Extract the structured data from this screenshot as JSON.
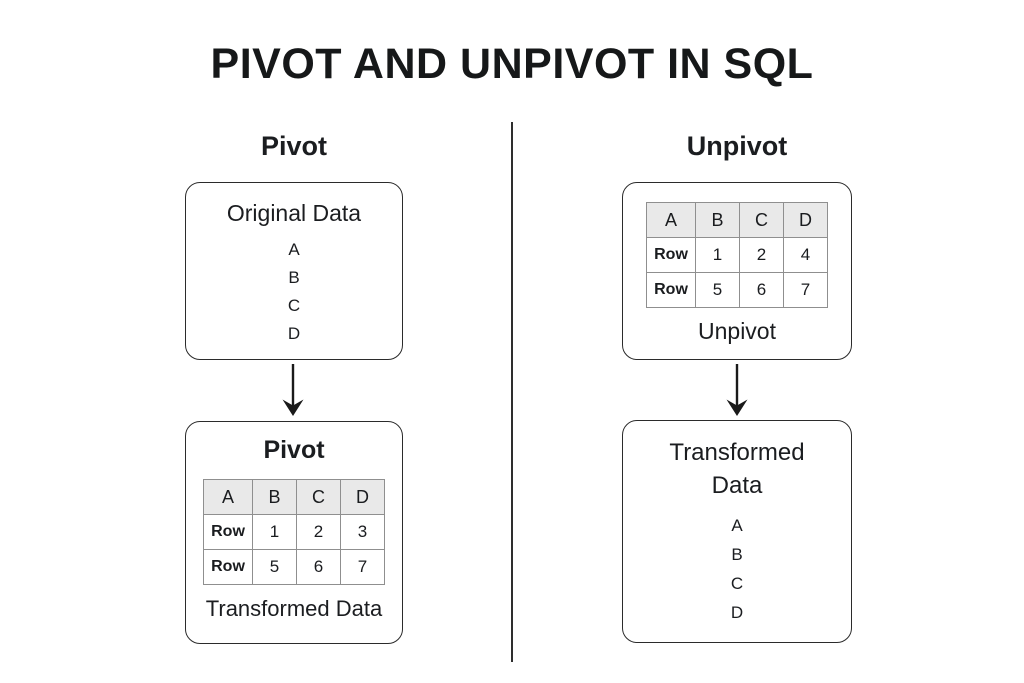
{
  "title": "PIVOT AND UNPIVOT IN SQL",
  "left": {
    "heading": "Pivot",
    "source_box": {
      "title": "Original Data",
      "items": [
        "A",
        "B",
        "C",
        "D"
      ]
    },
    "result_box": {
      "title": "Pivot",
      "table": {
        "headers": [
          "A",
          "B",
          "C",
          "D"
        ],
        "rows": [
          [
            "Row",
            "1",
            "2",
            "3"
          ],
          [
            "Row",
            "5",
            "6",
            "7"
          ]
        ]
      },
      "caption": "Transformed Data"
    }
  },
  "right": {
    "heading": "Unpivot",
    "source_box": {
      "table": {
        "headers": [
          "A",
          "B",
          "C",
          "D"
        ],
        "rows": [
          [
            "Row",
            "1",
            "2",
            "4"
          ],
          [
            "Row",
            "5",
            "6",
            "7"
          ]
        ]
      },
      "caption": "Unpivot"
    },
    "result_box": {
      "title": "Transformed Data",
      "items": [
        "A",
        "B",
        "C",
        "D"
      ]
    }
  },
  "colors": {
    "background": "#ffffff",
    "text": "#1a1c1f",
    "box_border": "#2b2b2b",
    "table_border": "#8f8f8f",
    "table_header_bg": "#e9e9e9",
    "divider": "#2e2e2e"
  }
}
